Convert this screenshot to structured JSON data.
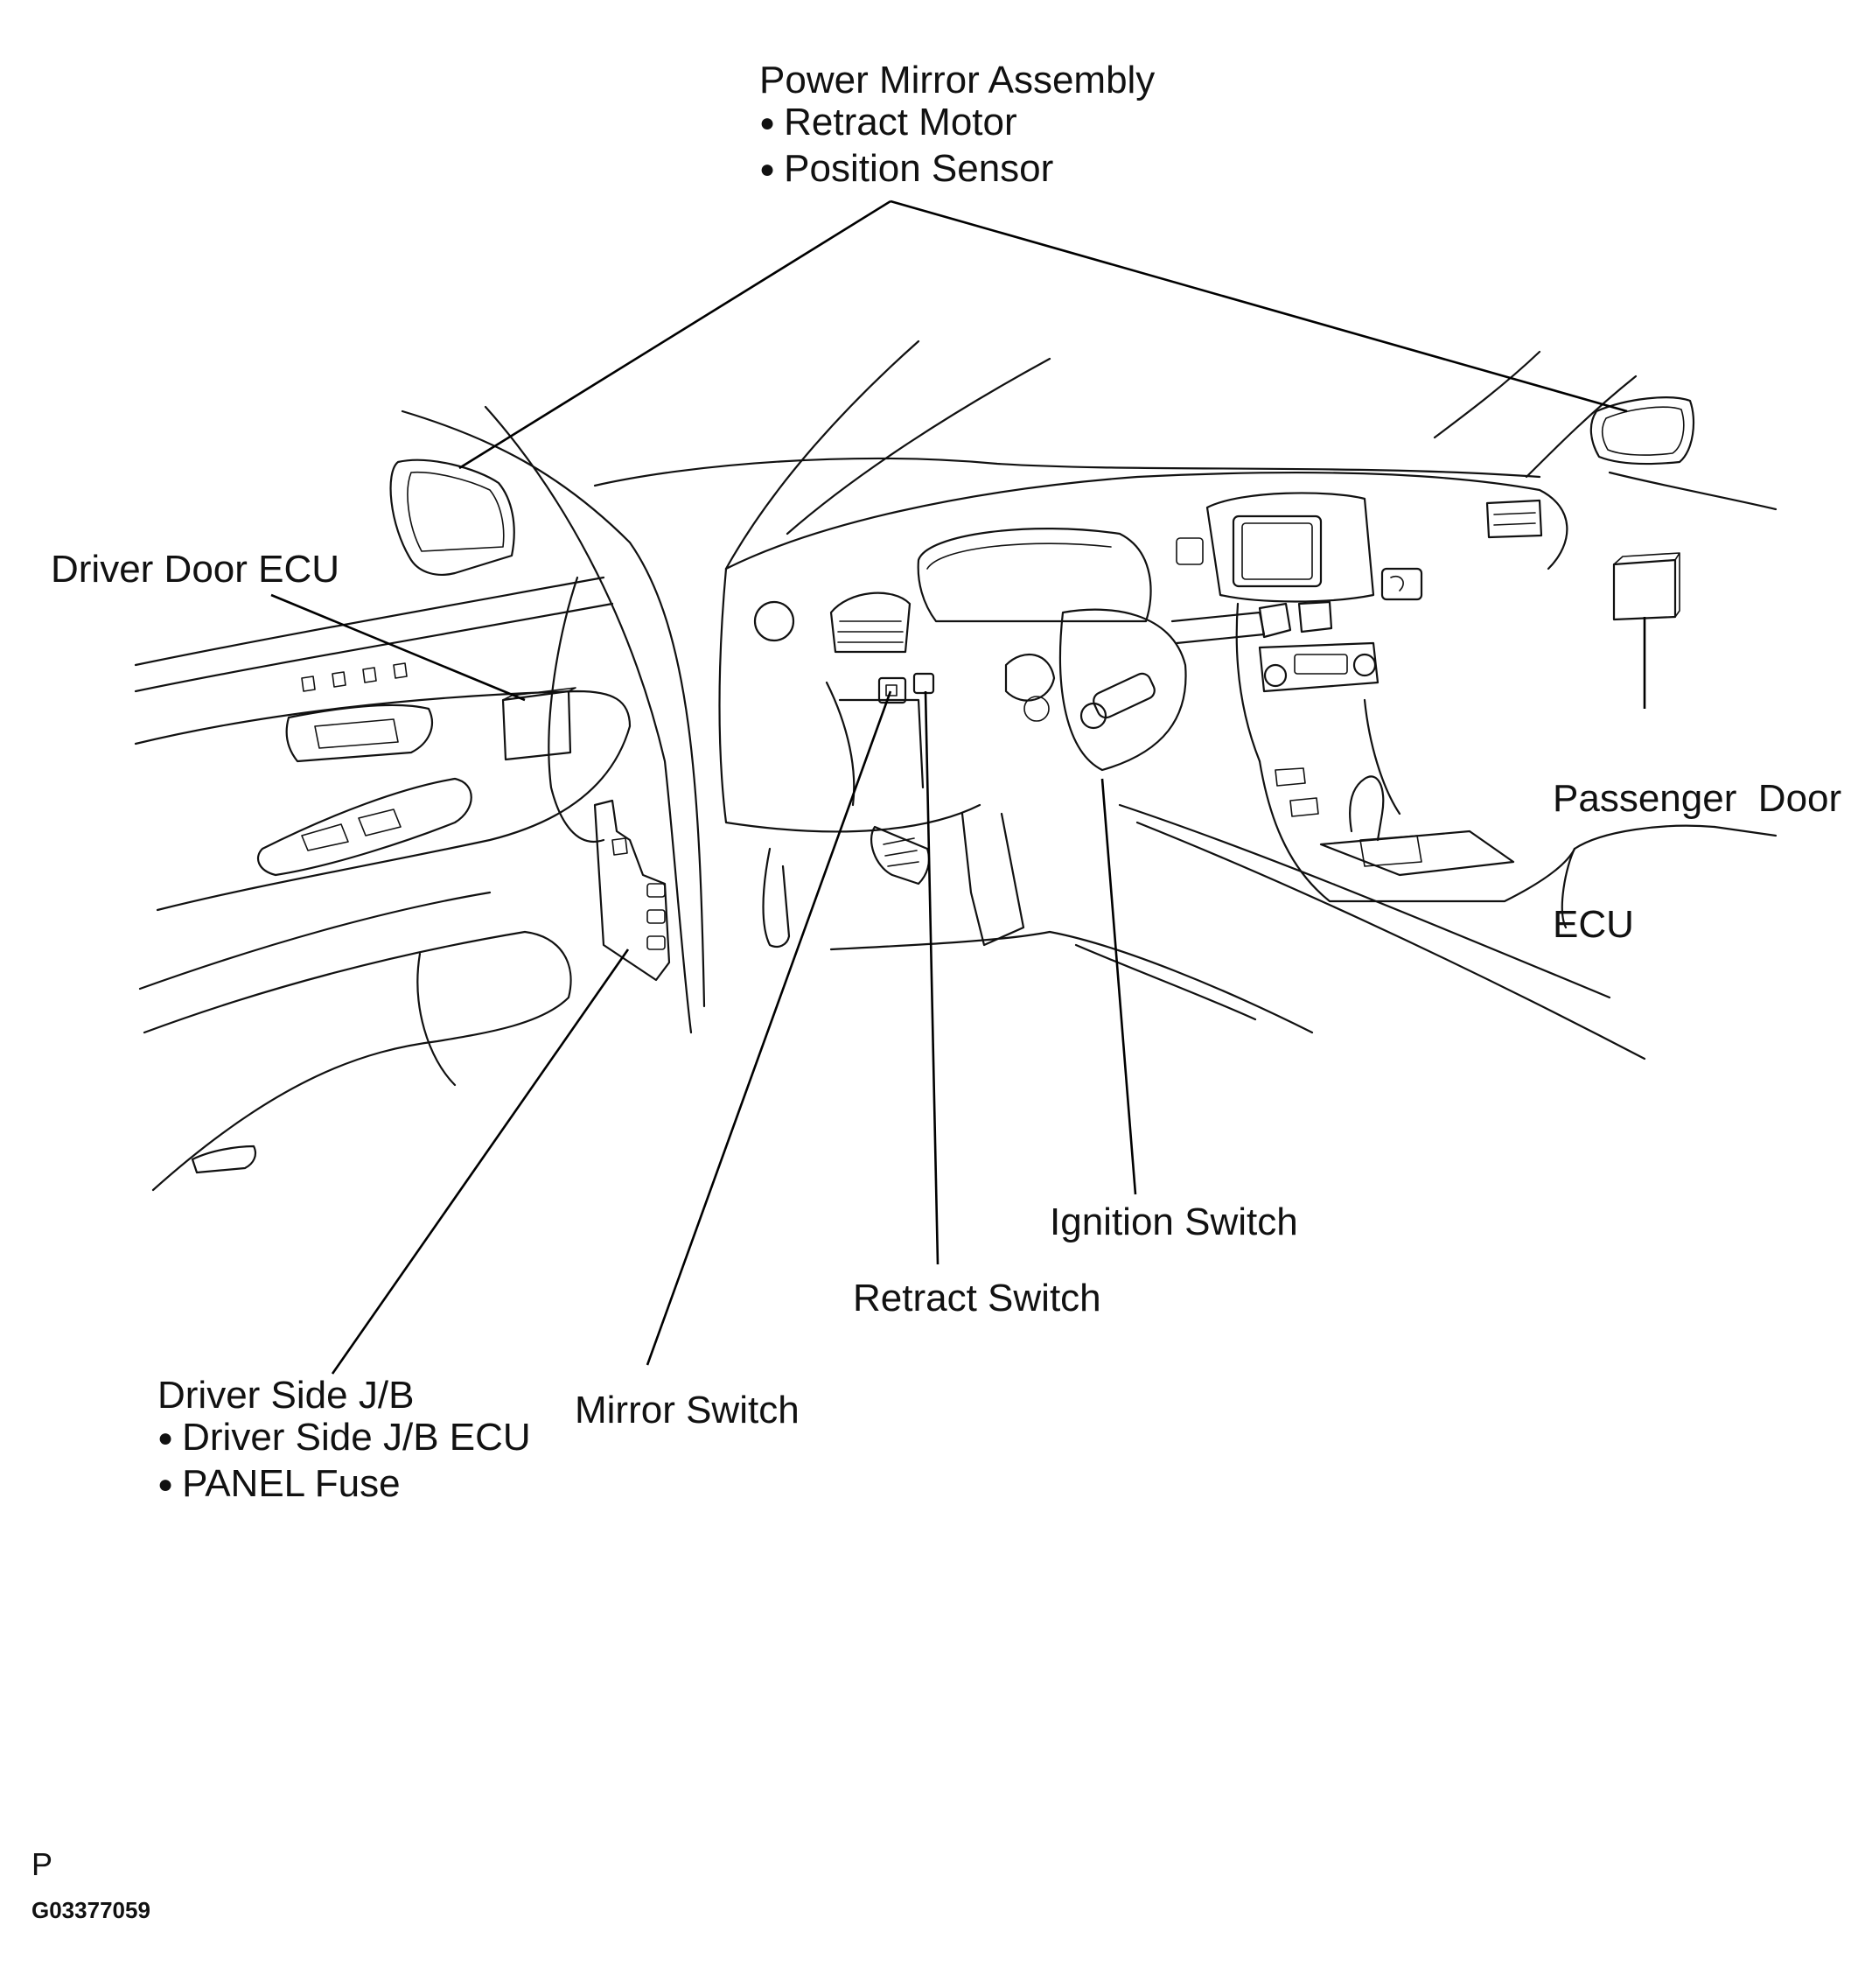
{
  "labels": {
    "power_mirror": {
      "title": "Power Mirror Assembly",
      "items": [
        "Retract Motor",
        "Position Sensor"
      ]
    },
    "driver_door_ecu": "Driver Door ECU",
    "passenger_door_ecu": [
      "Passenger  Door",
      "ECU"
    ],
    "ignition_switch": "Ignition Switch",
    "retract_switch": "Retract Switch",
    "mirror_switch": "Mirror Switch",
    "driver_jb": {
      "title": "Driver Side J/B",
      "items": [
        "Driver Side J/B ECU",
        "PANEL Fuse"
      ]
    }
  },
  "footer": {
    "letter": "P",
    "figure_code": "G03377059"
  }
}
